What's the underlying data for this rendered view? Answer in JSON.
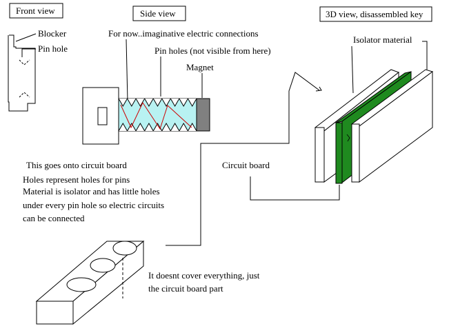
{
  "headings": {
    "front_view": "Front view",
    "side_view": "Side view",
    "view_3d": "3D view, disassembled key"
  },
  "labels": {
    "blocker": "Blocker",
    "pin_hole": "Pin hole",
    "electric_connections": "For now..imaginative electric connections",
    "pin_holes_hidden": "Pin holes (not visible from here)",
    "magnet": "Magnet",
    "isolator_material": "Isolator material",
    "circuit_board": "Circuit board"
  },
  "notes": {
    "line1": "This goes onto circuit board",
    "line2": "Holes represent holes for pins",
    "line3": "Material is isolator and has little holes",
    "line4": "under every pin hole so electric circuits",
    "line5": "can be connected"
  },
  "coverage_note": {
    "line1": "It doesnt cover everything, just",
    "line2": "the circuit board part"
  },
  "colors": {
    "circuit_green": "#1f8a1f",
    "pin_cyan": "#b8f2f2",
    "magnet_gray": "#808080",
    "connection_red": "#cc0000"
  }
}
